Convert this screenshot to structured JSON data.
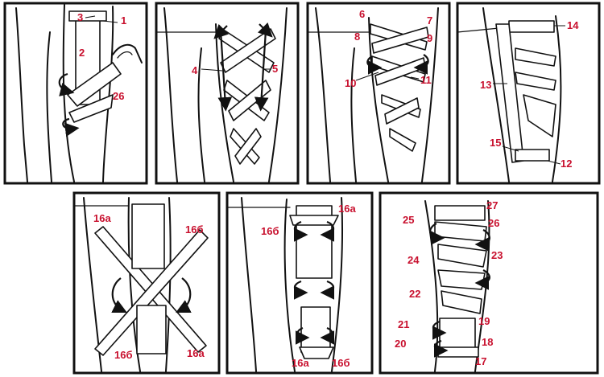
{
  "figure": {
    "panels": [
      {
        "id": "p1",
        "labels": {
          "l1": "1",
          "l2": "2",
          "l3": "3",
          "l26": "26"
        }
      },
      {
        "id": "p2",
        "labels": {
          "l4": "4",
          "l5": "5"
        }
      },
      {
        "id": "p3",
        "labels": {
          "l6": "6",
          "l7": "7",
          "l8": "8",
          "l9": "9",
          "l10": "10",
          "l11": "11"
        }
      },
      {
        "id": "p4",
        "labels": {
          "l12": "12",
          "l13": "13",
          "l14": "14",
          "l15": "15"
        }
      },
      {
        "id": "p5",
        "labels": {
          "a1": "16а",
          "b1": "16б",
          "b2": "16б",
          "a2": "16а"
        }
      },
      {
        "id": "p6",
        "labels": {
          "b1": "16б",
          "a1": "16а",
          "a2": "16а",
          "b2": "16б"
        }
      },
      {
        "id": "p7",
        "labels": {
          "l17": "17",
          "l18": "18",
          "l19": "19",
          "l20": "20",
          "l21": "21",
          "l22": "22",
          "l23": "23",
          "l24": "24",
          "l25": "25",
          "l26": "26",
          "l27": "27"
        }
      }
    ]
  },
  "colors": {
    "label": "#c8102e",
    "ink": "#111111",
    "background": "#ffffff"
  }
}
